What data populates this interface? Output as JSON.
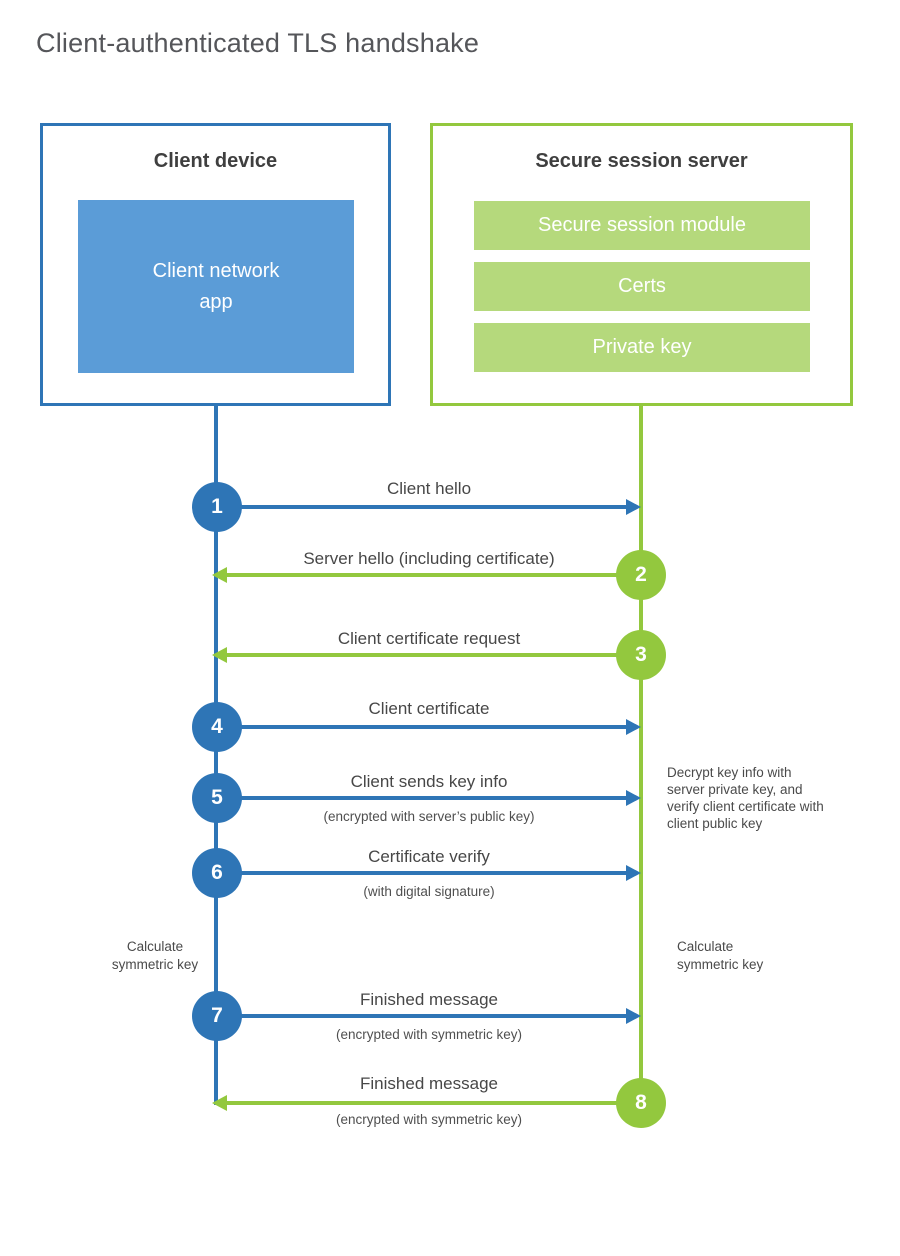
{
  "title": "Client-authenticated TLS handshake",
  "colors": {
    "blue_dark": "#2e75b6",
    "blue_light": "#5b9cd7",
    "green_dark": "#93c83e",
    "green_light": "#b5d97c"
  },
  "client_box": {
    "title": "Client device",
    "app_label": "Client network\napp"
  },
  "server_box": {
    "title": "Secure session server",
    "modules": [
      "Secure session module",
      "Certs",
      "Private key"
    ]
  },
  "messages": [
    {
      "num": "1",
      "label": "Client hello",
      "sublabel": ""
    },
    {
      "num": "2",
      "label": "Server hello (including certificate)",
      "sublabel": ""
    },
    {
      "num": "3",
      "label": "Client certificate request",
      "sublabel": ""
    },
    {
      "num": "4",
      "label": "Client certificate",
      "sublabel": ""
    },
    {
      "num": "5",
      "label": "Client sends key info",
      "sublabel": "(encrypted with server’s public key)"
    },
    {
      "num": "6",
      "label": "Certificate verify",
      "sublabel": "(with digital signature)"
    },
    {
      "num": "7",
      "label": "Finished message",
      "sublabel": "(encrypted with symmetric key)"
    },
    {
      "num": "8",
      "label": "Finished message",
      "sublabel": "(encrypted with symmetric key)"
    }
  ],
  "annotations": {
    "decrypt_note": "Decrypt key info with server private key, and verify client certificate with client public key",
    "calculate_left": "Calculate\nsymmetric key",
    "calculate_right": "Calculate\nsymmetric key"
  }
}
